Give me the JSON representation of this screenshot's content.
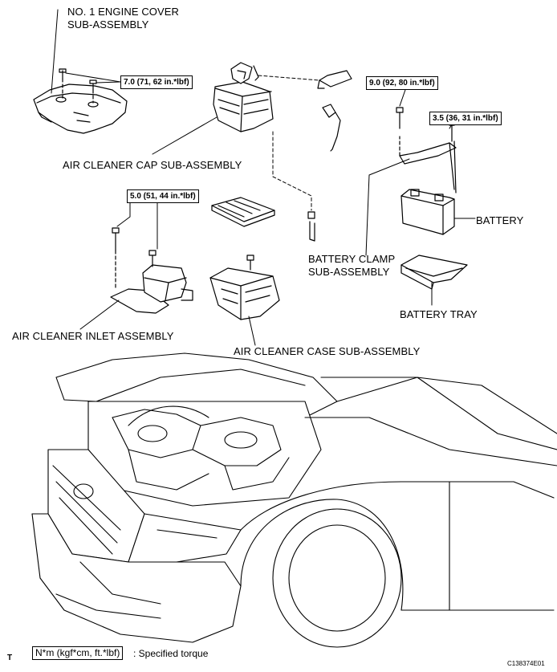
{
  "labels": {
    "engine_cover": "NO. 1 ENGINE COVER\nSUB-ASSEMBLY",
    "air_cleaner_cap": "AIR CLEANER CAP SUB-ASSEMBLY",
    "battery": "BATTERY",
    "battery_clamp": "BATTERY CLAMP\nSUB-ASSEMBLY",
    "battery_tray": "BATTERY TRAY",
    "air_cleaner_inlet": "AIR CLEANER INLET ASSEMBLY",
    "air_cleaner_case": "AIR CLEANER CASE SUB-ASSEMBLY"
  },
  "torques": {
    "engine_cover": "7.0 (71, 62 in.*lbf)",
    "battery_clamp_bolt": "9.0 (92, 80 in.*lbf)",
    "battery_clamp_nut": "3.5 (36, 31 in.*lbf)",
    "inlet": "5.0 (51, 44 in.*lbf)"
  },
  "legend": {
    "unit_box": "N*m (kgf*cm, ft.*lbf)",
    "unit_text": ": Specified torque"
  },
  "corner_mark": "T",
  "figure_code": "C138374E01"
}
